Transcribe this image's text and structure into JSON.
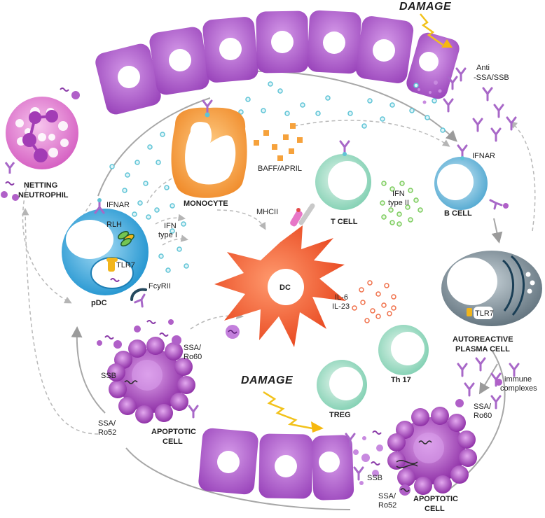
{
  "labels": {
    "damage_top": "DAMAGE",
    "damage_bottom": "DAMAGE",
    "anti_line1": "Anti",
    "anti_line2": "-SSA/SSB",
    "netting_line1": "NETTING",
    "netting_line2": "NEUTROPHIL",
    "monocyte": "MONOCYTE",
    "baff_april": "BAFF/APRIL",
    "t_cell": "T CELL",
    "ifnar_bcell": "IFNAR",
    "b_cell": "B CELL",
    "ifn2_line1": "IFN",
    "ifn2_line2": "type II",
    "mhcii": "MHCII",
    "ifnar_pdc": "IFNAR",
    "rlh": "RLH",
    "ifn1_line1": "IFN",
    "ifn1_line2": "type I",
    "tlr7_pdc": "TLR7",
    "fcyrii": "FcyRII",
    "pdc": "pDC",
    "dc": "DC",
    "il6": "IL-6",
    "il23": "IL-23",
    "tlr7_plasma": "TLR7",
    "plasma_line1": "AUTOREACTIVE",
    "plasma_line2": "PLASMA CELL",
    "ssa_ro60_left_1": "SSA/",
    "ssa_ro60_left_2": "Ro60",
    "ssb_left": "SSB",
    "ssa_ro52_left_1": "SSA/",
    "ssa_ro52_left_2": "Ro52",
    "apoptotic_left_1": "APOPTOTIC",
    "apoptotic_left_2": "CELL",
    "treg": "TREG",
    "th17": "Th 17",
    "immune_1": "immune",
    "immune_2": "complexes",
    "ssa_ro60_right_1": "SSA/",
    "ssa_ro60_right_2": "Ro60",
    "ssb_right": "SSB",
    "ssa_ro52_right_1": "SSA/",
    "ssa_ro52_right_2": "Ro52",
    "apoptotic_right_1": "APOPTOTIC",
    "apoptotic_right_2": "CELL"
  },
  "colors": {
    "epithelium": "#a24fc1",
    "epithelium_light": "#c98be0",
    "monocyte": "#f5a24b",
    "t_cell": "#b8e3d3",
    "b_cell": "#6fb8d8",
    "pdc": "#37a9dc",
    "dc": "#ef5a2e",
    "plasma": "#7e8d97",
    "neutrophil": "#e27fd2",
    "apoptotic": "#a13fb4",
    "cytokine_blue": "#5fc4d6",
    "cytokine_green": "#7ccc5e",
    "cytokine_red": "#f0704a",
    "baff": "#f6a23c",
    "arrow": "#9b9b9b",
    "damage_bolt": "#f2c21b"
  }
}
